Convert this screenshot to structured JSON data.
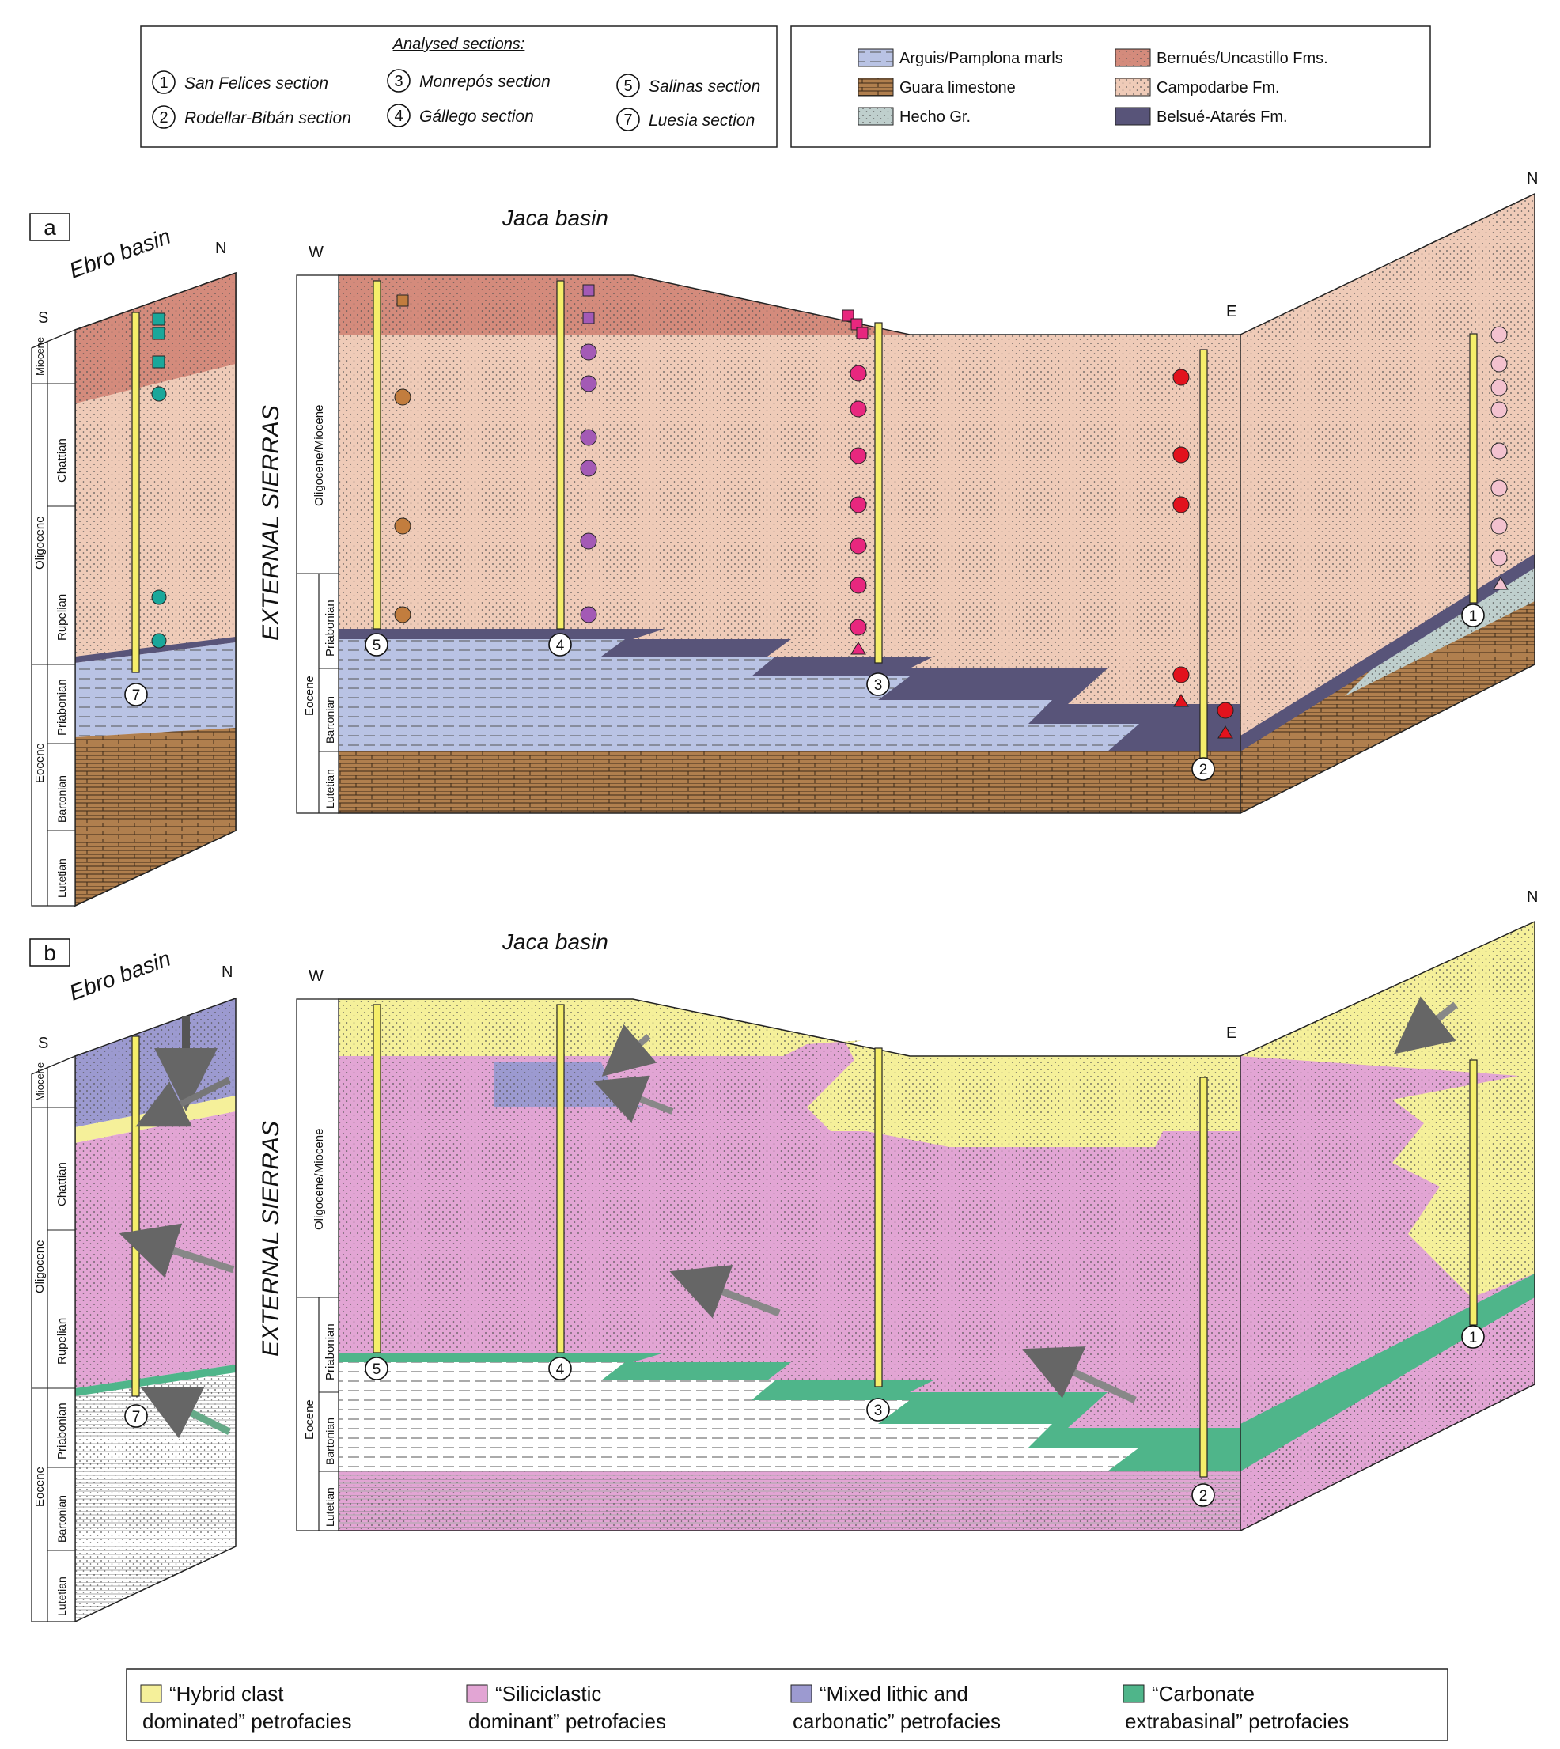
{
  "colors": {
    "marls": "#b9c3e4",
    "guara": "#b07f4e",
    "hecho": "#bfcfcd",
    "bernues": "#d48b7c",
    "campodarbe": "#efcbb8",
    "belsue": "#585479",
    "hybrid": "#f5f09a",
    "siliciclastic": "#e2a5d4",
    "mixed": "#9c9ad0",
    "carbonate": "#4fb58a"
  },
  "sections_legend": {
    "title": "Analysed sections:",
    "items": [
      {
        "num": "1",
        "label": "San Felices section"
      },
      {
        "num": "2",
        "label": "Rodellar-Bibán section"
      },
      {
        "num": "3",
        "label": "Monrepós section"
      },
      {
        "num": "4",
        "label": "Gállego section"
      },
      {
        "num": "5",
        "label": "Salinas section"
      },
      {
        "num": "7",
        "label": "Luesia section"
      }
    ]
  },
  "units_legend": {
    "items": [
      {
        "label": "Arguis/Pamplona marls",
        "color": "#b9c3e4"
      },
      {
        "label": "Guara limestone",
        "color": "#b07f4e"
      },
      {
        "label": "Hecho Gr.",
        "color": "#bfcfcd"
      },
      {
        "label": "Bernués/Uncastillo Fms.",
        "color": "#d48b7c"
      },
      {
        "label": "Campodarbe Fm.",
        "color": "#efcbb8"
      },
      {
        "label": "Belsué-Atarés Fm.",
        "color": "#585479"
      }
    ]
  },
  "panel_a": {
    "letter": "a",
    "ebro_title": "Ebro basin",
    "jaca_title": "Jaca basin",
    "s_label": "S",
    "n_label_left": "N",
    "w_label": "W",
    "e_label": "E",
    "n_label_right": "N",
    "external": "EXTERNAL SIERRAS"
  },
  "panel_b": {
    "letter": "b",
    "ebro_title": "Ebro basin",
    "jaca_title": "Jaca basin",
    "s_label": "S",
    "n_label_left": "N",
    "w_label": "W",
    "e_label": "E",
    "n_label_right": "N",
    "external": "EXTERNAL SIERRAS"
  },
  "strat": {
    "miocene": "Miocene",
    "chattian": "Chattian",
    "oligocene": "Oligocene",
    "rupelian": "Rupelian",
    "priabonian": "Priabonian",
    "eocene": "Eocene",
    "bartonian": "Bartonian",
    "lutetian": "Lutetian",
    "oligo_mio": "Oligocene/Miocene"
  },
  "section_numbers": {
    "s1": "1",
    "s2": "2",
    "s3": "3",
    "s4": "4",
    "s5": "5",
    "s7": "7"
  },
  "petrofacies_legend": [
    {
      "line1": "“Hybrid clast",
      "line2": "dominated” petrofacies",
      "color": "#f5f09a"
    },
    {
      "line1": "“Siliciclastic",
      "line2": "dominant” petrofacies",
      "color": "#e2a5d4"
    },
    {
      "line1": "“Mixed lithic and",
      "line2": "carbonatic” petrofacies",
      "color": "#9c9ad0"
    },
    {
      "line1": "“Carbonate",
      "line2": "extrabasinal” petrofacies",
      "color": "#4fb58a"
    }
  ]
}
